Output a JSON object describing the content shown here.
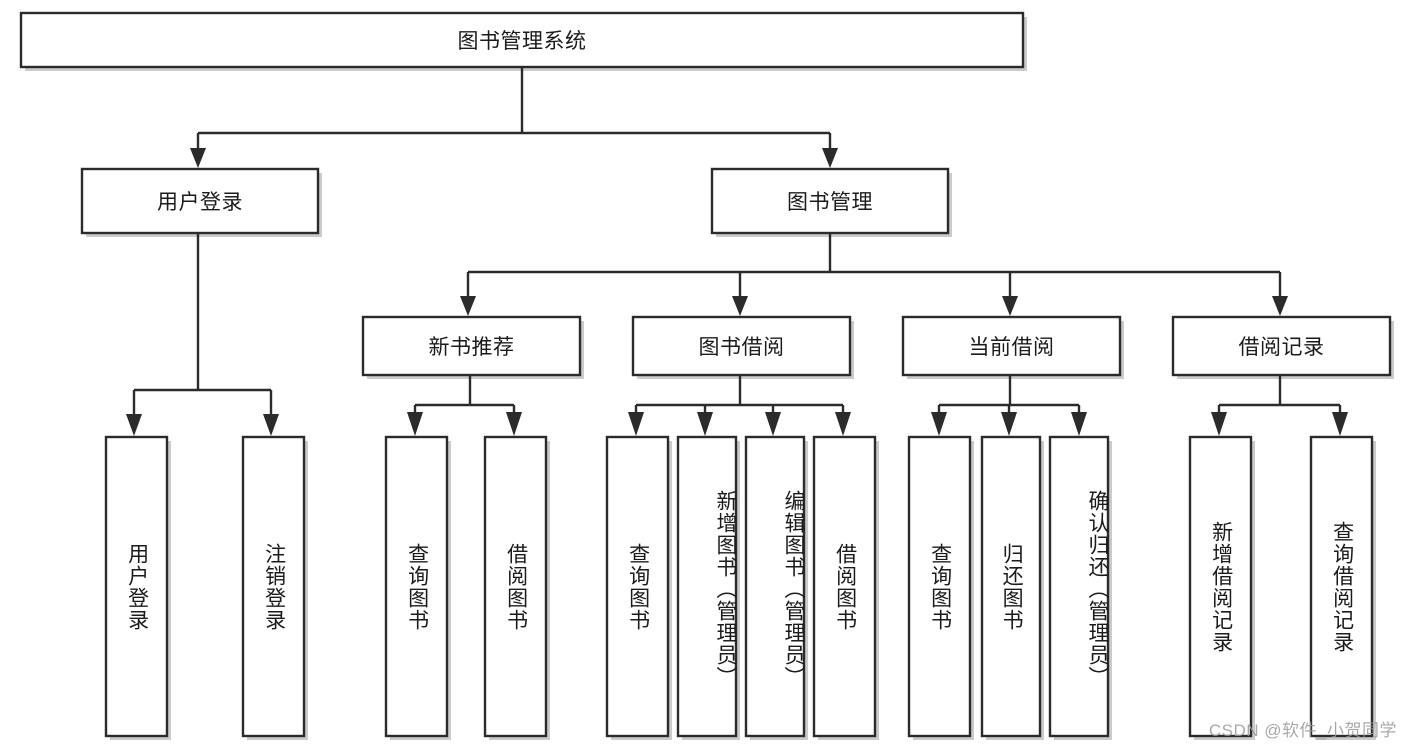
{
  "diagram": {
    "title": "图书管理系统",
    "type": "tree-hierarchy",
    "colors": {
      "box_stroke": "#2b2b2b",
      "box_fill": "#ffffff",
      "text": "#1b1b1b",
      "background": "#ffffff",
      "watermark": "#9a9a9a"
    },
    "root": {
      "label": "图书管理系统"
    },
    "level2": [
      {
        "label": "用户登录"
      },
      {
        "label": "图书管理"
      }
    ],
    "level3": [
      {
        "label": "新书推荐"
      },
      {
        "label": "图书借阅"
      },
      {
        "label": "当前借阅"
      },
      {
        "label": "借阅记录"
      }
    ],
    "leaves": {
      "user_login": [
        {
          "label": "用户登录"
        },
        {
          "label": "注销登录"
        }
      ],
      "new_book_recommend": [
        {
          "label": "查询图书"
        },
        {
          "label": "借阅图书"
        }
      ],
      "book_borrow": [
        {
          "label": "查询图书"
        },
        {
          "label": "新增图书（管理员）"
        },
        {
          "label": "编辑图书（管理员）"
        },
        {
          "label": "借阅图书"
        }
      ],
      "current_borrow": [
        {
          "label": "查询图书"
        },
        {
          "label": "归还图书"
        },
        {
          "label": "确认归还（管理员）"
        }
      ],
      "borrow_record": [
        {
          "label": "新增借阅记录"
        },
        {
          "label": "查询借阅记录"
        }
      ]
    }
  },
  "watermark": {
    "text": "CSDN @软件_小贺同学"
  }
}
